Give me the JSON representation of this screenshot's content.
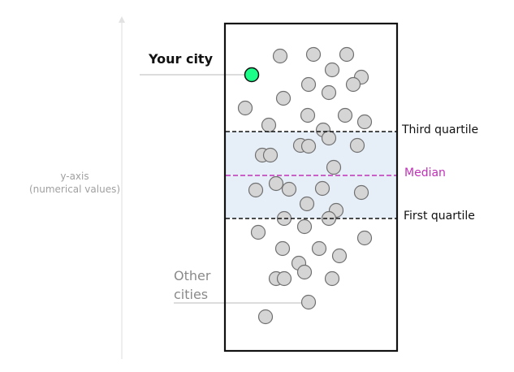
{
  "axis": {
    "title_line1": "y-axis",
    "title_line2": "(numerical values)"
  },
  "labels": {
    "your_city": "Your city",
    "third_quartile": "Third quartile",
    "median": "Median",
    "first_quartile": "First quartile",
    "other_cities_line1": "Other",
    "other_cities_line2": "cities"
  },
  "colors": {
    "axis": "#e2e2e2",
    "axis_text": "#a0a0a0",
    "box": "#111111",
    "iqr_band": "#e6eff8",
    "dot_fill": "#d5d5d5",
    "dot_stroke": "#707070",
    "your_city_dot": "#1bff88",
    "median_line": "#c030b8",
    "quartile_line": "#111111",
    "leader_line": "#b8b8b8",
    "other_cities_text": "#8a8a8a"
  }
}
